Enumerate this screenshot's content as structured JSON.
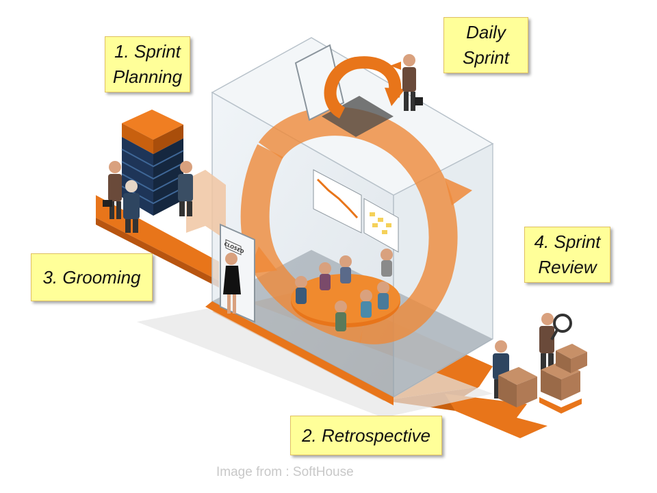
{
  "labels": {
    "sprint_planning": [
      "1. Sprint",
      "Planning"
    ],
    "daily_sprint": [
      "Daily",
      "Sprint"
    ],
    "grooming": "3. Grooming",
    "sprint_review": [
      "4. Sprint",
      "Review"
    ],
    "retrospective": "2. Retrospective"
  },
  "closed_sign": "CLOSED",
  "credit": "Image from : SoftHouse",
  "colors": {
    "accent_orange": "#e8751a",
    "note_yellow": "#ffff99",
    "backlog_navy": "#1e3558",
    "glass": "#dfe6ec"
  }
}
